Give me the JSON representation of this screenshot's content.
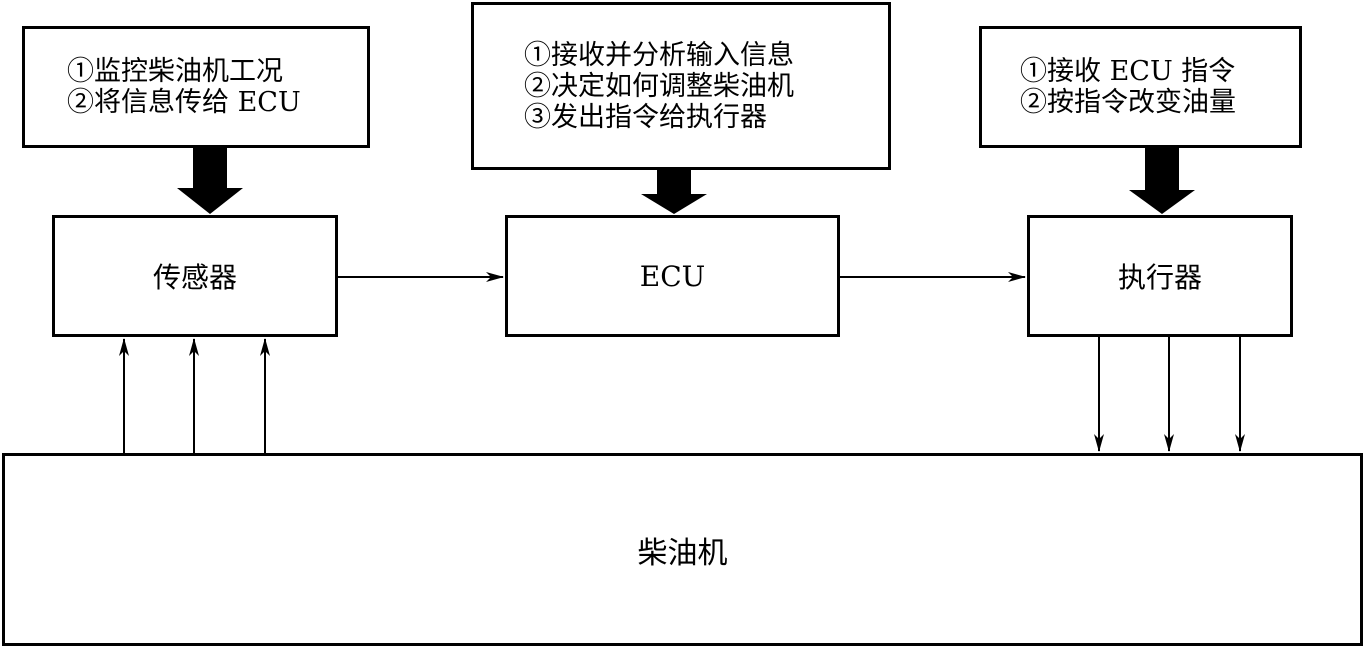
{
  "notes": {
    "sensor": [
      "①监控柴油机工况",
      "②将信息传给 ECU"
    ],
    "ecu": [
      "①接收并分析输入信息",
      "②决定如何调整柴油机",
      "③发出指令给执行器"
    ],
    "actuator": [
      "①接收 ECU 指令",
      "②按指令改变油量"
    ]
  },
  "blocks": {
    "sensor": "传感器",
    "ecu": "ECU",
    "actuator": "执行器",
    "engine": "柴油机"
  },
  "colors": {
    "line": "#000000",
    "background": "#ffffff"
  }
}
